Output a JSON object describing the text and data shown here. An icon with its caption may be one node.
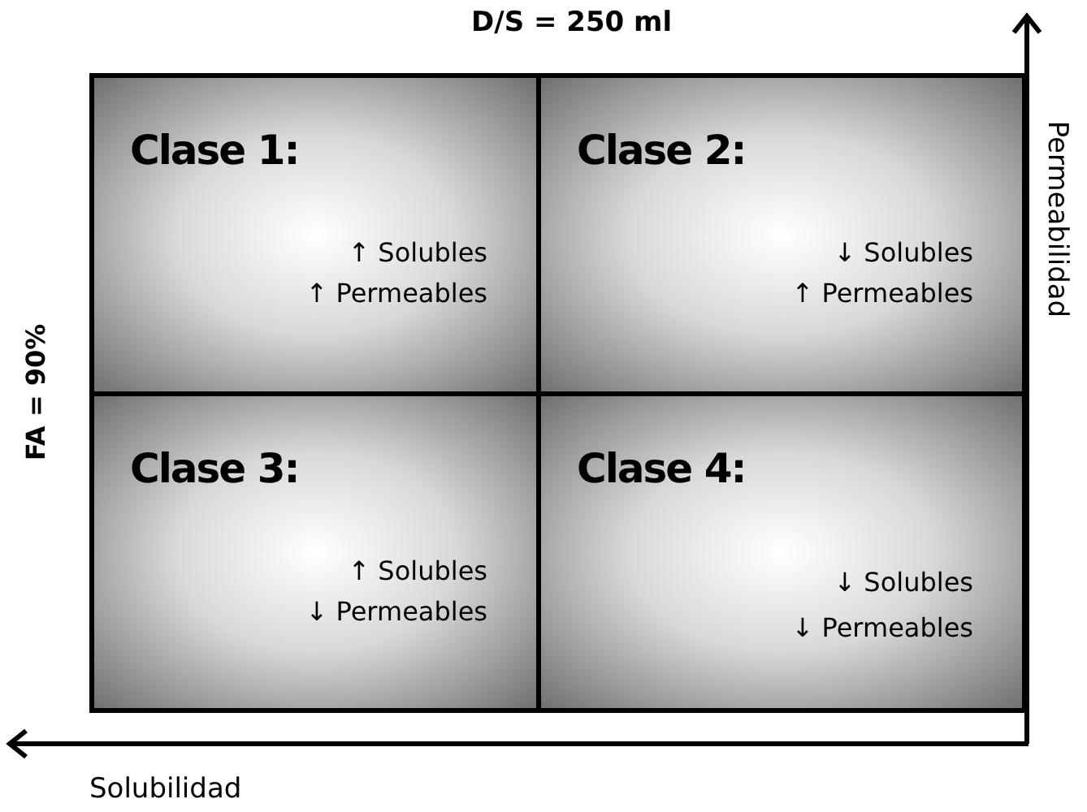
{
  "diagram": {
    "nodes": [
      {
        "text": [
          "Clase 1:",
          "↑ Solubles",
          "↑ Permeables"
        ]
      },
      {
        "text": [
          "Clase 2:",
          "↓ Solubles",
          "↑ Permeables"
        ]
      },
      {
        "text": [
          "Clase 3:",
          "↑ Solubles",
          "↓ Permeables"
        ]
      },
      {
        "text": [
          "Clase 4:",
          "↓ Solubles",
          "↓ Permeables"
        ]
      }
    ],
    "labels": [
      "D/S = 250 ml",
      "Permeabilidad",
      "FA = 90%",
      "Solubilidad"
    ]
  }
}
